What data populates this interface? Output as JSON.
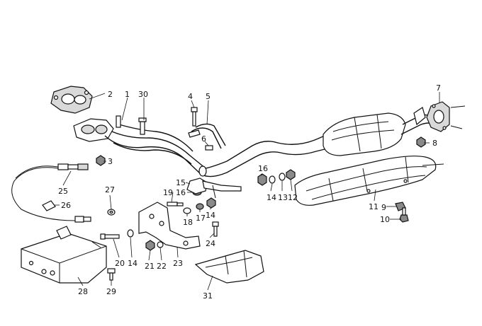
{
  "callouts": [
    {
      "id": "1",
      "label": "1"
    },
    {
      "id": "2",
      "label": "2"
    },
    {
      "id": "3",
      "label": "3"
    },
    {
      "id": "4",
      "label": "4"
    },
    {
      "id": "5",
      "label": "5"
    },
    {
      "id": "6",
      "label": "6"
    },
    {
      "id": "7",
      "label": "7"
    },
    {
      "id": "8",
      "label": "8"
    },
    {
      "id": "9",
      "label": "9"
    },
    {
      "id": "10",
      "label": "10"
    },
    {
      "id": "11",
      "label": "11"
    },
    {
      "id": "12",
      "label": "12"
    },
    {
      "id": "13",
      "label": "13"
    },
    {
      "id": "14a",
      "label": "14"
    },
    {
      "id": "14b",
      "label": "14"
    },
    {
      "id": "14c",
      "label": "14"
    },
    {
      "id": "15",
      "label": "15"
    },
    {
      "id": "16a",
      "label": "16"
    },
    {
      "id": "16b",
      "label": "16"
    },
    {
      "id": "17",
      "label": "17"
    },
    {
      "id": "18",
      "label": "18"
    },
    {
      "id": "19",
      "label": "19"
    },
    {
      "id": "20",
      "label": "20"
    },
    {
      "id": "21",
      "label": "21"
    },
    {
      "id": "22",
      "label": "22"
    },
    {
      "id": "23",
      "label": "23"
    },
    {
      "id": "24",
      "label": "24"
    },
    {
      "id": "25",
      "label": "25"
    },
    {
      "id": "26",
      "label": "26"
    },
    {
      "id": "27",
      "label": "27"
    },
    {
      "id": "28",
      "label": "28"
    },
    {
      "id": "29",
      "label": "29"
    },
    {
      "id": "30",
      "label": "30"
    },
    {
      "id": "31",
      "label": "31"
    }
  ],
  "colors": {
    "line": "#111111",
    "background": "#ffffff",
    "shade": "#8a8a8a"
  }
}
